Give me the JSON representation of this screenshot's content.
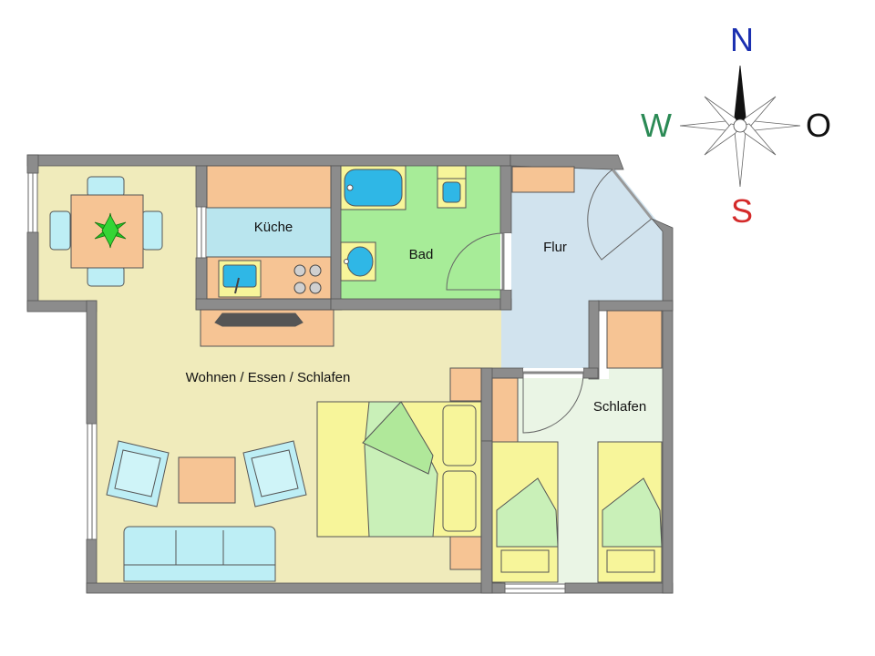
{
  "rooms": {
    "wohnen": "Wohnen / Essen / Schlafen",
    "kueche": "Küche",
    "bad": "Bad",
    "flur": "Flur",
    "schlafen": "Schlafen"
  },
  "compass": {
    "north": "N",
    "east": "O",
    "south": "S",
    "west": "W"
  },
  "colors": {
    "wall": "#8c8c8c",
    "wohnen_floor": "#f0ebbb",
    "kueche_floor": "#b9e5ee",
    "bad_floor": "#a7ec98",
    "flur_floor": "#d1e3ee",
    "schlafen_floor": "#eaf5e5",
    "furniture_wood": "#f6c494",
    "sofa": "#bdeef5",
    "bed": "#f7f59a",
    "compass_north": "#1a2fb0",
    "compass_south": "#d42a2a",
    "compass_west": "#2b8a55",
    "compass_east": "#111111"
  }
}
